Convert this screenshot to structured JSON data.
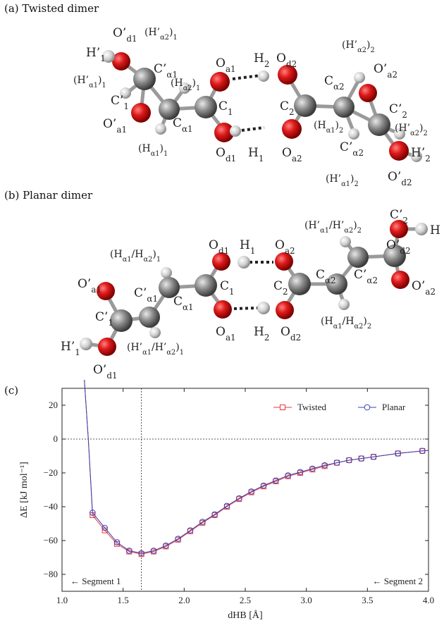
{
  "panels": {
    "a": "(a) Twisted dimer",
    "b": "(b) Planar dimer",
    "c": "(c)"
  },
  "twisted_labels": {
    "Od1p": "O’d1",
    "Ha2p1_top": "(H’α2)1",
    "H1p": "H’1",
    "Ca1p": "C’α1",
    "Ha1p1": "(H’α1)1",
    "Ha2_1": "(Hα2)1",
    "C1p": "C’1",
    "Oa1p": "O’a1",
    "Ca1": "Cα1",
    "Ha1_1": "(Hα1)1",
    "Oa1": "Oa1",
    "H2": "H2",
    "Od2": "Od2",
    "C1": "C1",
    "C2": "C2",
    "Od1": "Od1",
    "H1": "H1",
    "Oa2": "Oa2",
    "Ha2p2": "(H’α2)2",
    "Ca2": "Cα2",
    "Oa2p": "O’a2",
    "Ha1_2": "(Hα1)2",
    "C2p": "C’2",
    "Ha2p2_r": "(H’α2)2",
    "Ca2p": "C’α2",
    "H2p": "H’2",
    "Ha1p2": "(H’α1)2",
    "Od2p": "O’d2"
  },
  "planar_labels": {
    "Ha1Ha2_top": "(Hα1/Hα2)1",
    "Od1": "Od1",
    "H1": "H1",
    "Oa2": "Oa2",
    "Ha1pHa2p_top": "(H’α1/H’α2)2",
    "C2p": "C’2",
    "Od2p": "O’d2",
    "H": "H",
    "Oa1p": "O’a1",
    "Ca1p": "C’α1",
    "Ca1": "Cα1",
    "C1": "C1",
    "C2": "C2",
    "Ca2": "Cα2",
    "Ca2p": "C’α2",
    "Oa2p": "O’a2",
    "C1p": "C’1",
    "Ha1Ha2_2": "(Hα1/Hα2)2",
    "Oa1": "Oa1",
    "H2": "H2",
    "Od2": "Od2",
    "H1p": "H’1",
    "Ha1pHa2p_1": "(H’α1/H’α2)1",
    "Od1p": "O’d1"
  },
  "colors": {
    "oxygen": "#cc1111",
    "carbon": "#8a8a8a",
    "hydrogen": "#d8d8d8",
    "twisted": "#e8383b",
    "planar": "#3b3fb0"
  },
  "chart_data": {
    "type": "line",
    "xlabel": "dHB [Å]",
    "ylabel": "ΔE [kJ mol⁻¹]",
    "xlim": [
      1.0,
      4.0
    ],
    "ylim": [
      -90,
      30
    ],
    "x_ticks": [
      "1.0",
      "1.5",
      "2.0",
      "2.5",
      "3.0",
      "3.5",
      "4.0"
    ],
    "y_ticks": [
      "20",
      "0",
      "−20",
      "−40",
      "−60",
      "−80"
    ],
    "legend_position": "top-right",
    "reference_lines": {
      "horizontal_y": 0,
      "vertical_x": 1.65
    },
    "annotations": [
      "← Segment 1",
      "← Segment 2"
    ],
    "series": [
      {
        "name": "Twisted",
        "marker": "square",
        "x": [
          1.25,
          1.35,
          1.45,
          1.55,
          1.65,
          1.75,
          1.85,
          1.95,
          2.05,
          2.15,
          2.25,
          2.35,
          2.45,
          2.55,
          2.65,
          2.75,
          2.85,
          2.95,
          3.05,
          3.15,
          3.25,
          3.35,
          3.45,
          3.55,
          3.75,
          3.95
        ],
        "y": [
          -45.0,
          -54.0,
          -62.0,
          -66.5,
          -68.0,
          -66.5,
          -63.5,
          -59.5,
          -54.5,
          -49.5,
          -45.0,
          -40.0,
          -35.5,
          -31.5,
          -28.0,
          -25.0,
          -22.0,
          -20.0,
          -18.0,
          -16.0,
          -14.0,
          -12.5,
          -11.5,
          -10.5,
          -8.5,
          -7.0
        ]
      },
      {
        "name": "Planar",
        "marker": "circle",
        "x": [
          1.25,
          1.35,
          1.45,
          1.55,
          1.65,
          1.75,
          1.85,
          1.95,
          2.05,
          2.15,
          2.25,
          2.35,
          2.45,
          2.55,
          2.65,
          2.75,
          2.85,
          2.95,
          3.05,
          3.15,
          3.25,
          3.35,
          3.45,
          3.55,
          3.75,
          3.95
        ],
        "y": [
          -43.5,
          -52.5,
          -61.0,
          -66.0,
          -67.5,
          -66.0,
          -63.0,
          -59.0,
          -54.0,
          -49.0,
          -44.5,
          -39.5,
          -35.0,
          -31.0,
          -27.5,
          -24.5,
          -21.5,
          -19.5,
          -17.5,
          -15.5,
          -14.0,
          -12.5,
          -11.5,
          -10.5,
          -8.5,
          -7.0
        ]
      }
    ]
  }
}
